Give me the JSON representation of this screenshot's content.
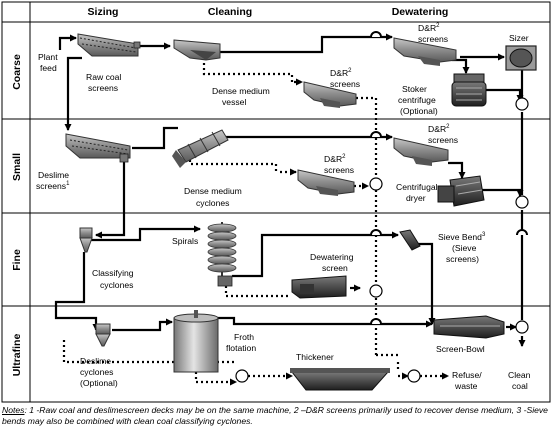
{
  "columns": {
    "sizing": "Sizing",
    "cleaning": "Cleaning",
    "dewatering": "Dewatering"
  },
  "rows": {
    "coarse": "Coarse",
    "small": "Small",
    "fine": "Fine",
    "ultrafine": "Ultrafine"
  },
  "labels": {
    "plant_feed_1": "Plant",
    "plant_feed_2": "feed",
    "raw_coal_1": "Raw coal",
    "raw_coal_2": "screens",
    "dm_vessel_1": "Dense medium",
    "dm_vessel_2": "vessel",
    "dr_coarse_top_1": "D&R",
    "dr_coarse_top_2": "screens",
    "dr_coarse_mid_1": "D&R",
    "dr_coarse_mid_2": "screens",
    "sizer": "Sizer",
    "stoker_1": "Stoker",
    "stoker_2": "centrifuge",
    "stoker_3": "(Optional)",
    "deslime_1": "Deslime",
    "deslime_2": "screens",
    "deslime_sup": "1",
    "dm_cyclones_1": "Dense medium",
    "dm_cyclones_2": "cyclones",
    "dr_small_top_1": "D&R",
    "dr_small_top_2": "screens",
    "dr_small_mid_1": "D&R",
    "dr_small_mid_2": "screens",
    "centrifugal_1": "Centrifugal",
    "centrifugal_2": "dryer",
    "spirals": "Spirals",
    "classifying_1": "Classifying",
    "classifying_2": "cyclones",
    "dewatering_screen_1": "Dewatering",
    "dewatering_screen_2": "screen",
    "sieve_1": "Sieve Bend",
    "sieve_sup": "3",
    "sieve_2": "(Sieve",
    "sieve_3": "screens)",
    "deslime_cyc_1": "Deslime",
    "deslime_cyc_2": "cyclones",
    "deslime_cyc_3": "(Optional)",
    "froth_1": "Froth",
    "froth_2": "flotation",
    "thickener": "Thickener",
    "screen_bowl": "Screen-Bowl",
    "refuse_1": "Refuse/",
    "refuse_2": "waste",
    "clean_1": "Clean",
    "clean_2": "coal",
    "sup_2": "2"
  },
  "notes": {
    "heading": "Notes",
    "text": ": 1 -Raw coal and deslimescreen decks may be on the same machine, 2 –D&R screens primarily used to recover dense medium, 3 -Sieve bends may also be combined with clean coal classifying cyclones."
  }
}
